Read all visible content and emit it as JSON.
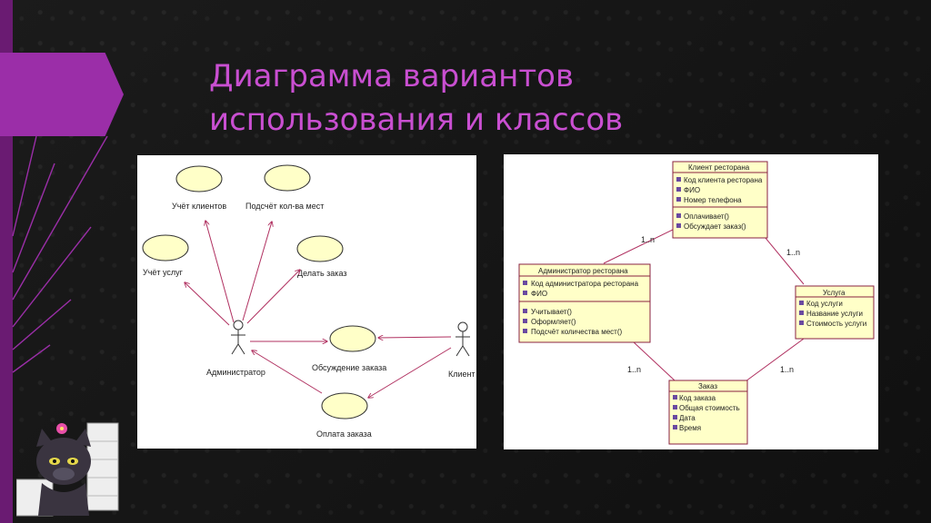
{
  "slide": {
    "title_line1": "Диаграмма вариантов",
    "title_line2": "использования и классов",
    "accent_color": "#9b2ea8",
    "title_color": "#c94fd1"
  },
  "use_case_diagram": {
    "use_cases": {
      "clients_accounting": "Учёт клиентов",
      "seat_count": "Подсчёт кол-ва мест",
      "services_accounting": "Учёт услуг",
      "make_order": "Делать заказ",
      "discuss_order": "Обсуждение заказа",
      "pay_order": "Оплата заказа"
    },
    "actors": {
      "admin": "Администратор",
      "client": "Клиент"
    }
  },
  "class_diagram": {
    "restaurant_client": {
      "name": "Клиент ресторана",
      "attributes": [
        "Код клиента ресторана",
        "ФИО",
        "Номер телефона"
      ],
      "methods": [
        "Оплачивает()",
        "Обсуждает заказ()"
      ]
    },
    "restaurant_admin": {
      "name": "Администратор ресторана",
      "attributes": [
        "Код администратора ресторана",
        "ФИО"
      ],
      "methods": [
        "Учитывает()",
        "Оформляет()",
        "Подсчёт количества мест()"
      ]
    },
    "service": {
      "name": "Услуга",
      "attributes": [
        "Код услуги",
        "Название услуги",
        "Стоимость услуги"
      ]
    },
    "order": {
      "name": "Заказ",
      "attributes": [
        "Код заказа",
        "Общая стоимость",
        "Дата",
        "Время"
      ]
    },
    "multiplicities": {
      "admin_client": "1..n",
      "client_service": "1..n",
      "admin_order": "1..n",
      "service_order": "1..n"
    }
  }
}
